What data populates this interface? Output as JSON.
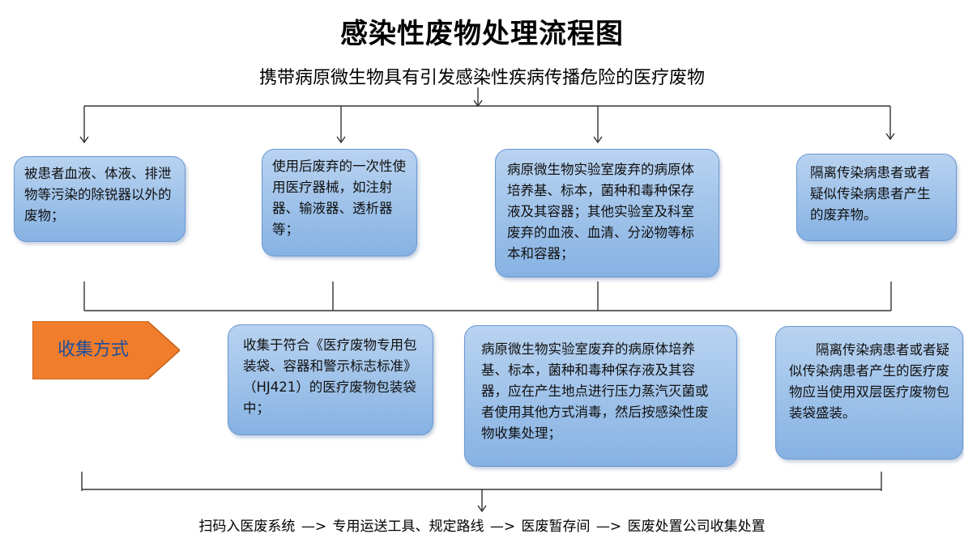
{
  "title": "感染性废物处理流程图",
  "subtitle": "携带病原微生物具有引发感染性疾病传播危险的医疗废物",
  "types": [
    "被患者血液、体液、排泄物等污染的除锐器以外的废物；",
    "使用后废弃的一次性使用医疗器械，如注射器、输液器、透析器等；",
    "病原微生物实验室废弃的病原体培养基、标本，菌种和毒种保存液及其容器；其他实验室及科室废弃的血液、血清、分泌物等标本和容器；",
    "隔离传染病患者或者疑似传染病患者产生的废弃物。"
  ],
  "collection_label": "收集方式",
  "methods": [
    "收集于符合《医疗废物专用包装袋、容器和警示标志标准》（HJ421）的医疗废物包装袋中；",
    "病原微生物实验室废弃的病原体培养基、标本，菌种和毒种保存液及其容器，应在产生地点进行压力蒸汽灭菌或者使用其他方式消毒，然后按感染性废物收集处理；",
    "隔离传染病患者或者疑似传染病患者产生的医疗废物应当使用双层医疗废物包装袋盛装。"
  ],
  "process": "扫码入医废系统 —> 专用运送工具、规定路线 —> 医废暂存间 —> 医废处置公司收集处置",
  "colors": {
    "box_fill": "#9dc0ea",
    "box_border": "#6a97d0",
    "pentagon_fill": "#ef7d2b",
    "label_color": "#1d4f9e"
  }
}
